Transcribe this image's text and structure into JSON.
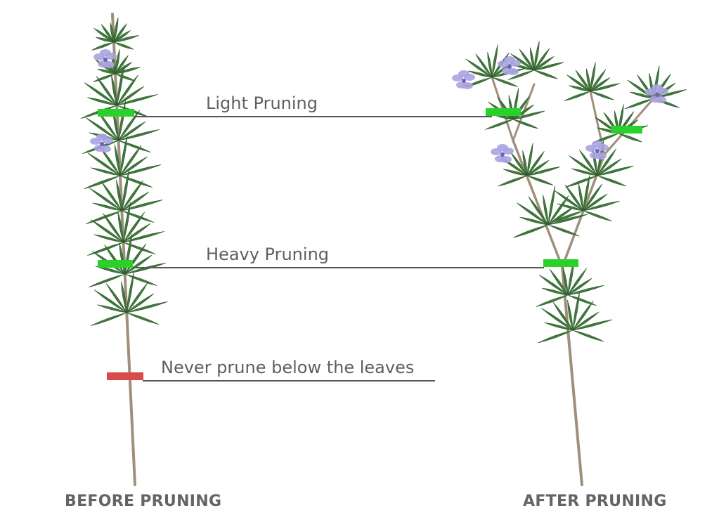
{
  "labels": {
    "light": "Light Pruning",
    "heavy": "Heavy Pruning",
    "never": "Never prune below the leaves",
    "before": "BEFORE PRUNING",
    "after": "AFTER PRUNING"
  },
  "colors": {
    "good_cut": "#2bd12b",
    "bad_cut": "#d94a4a",
    "leaf": "#3f7a3b",
    "flower": "#a9a3e0",
    "stem": "#a08f7a"
  },
  "icons": {
    "good_cut": "green-cut-marker-icon",
    "bad_cut": "red-cut-marker-icon",
    "plant": "rosemary-sprig-icon"
  }
}
